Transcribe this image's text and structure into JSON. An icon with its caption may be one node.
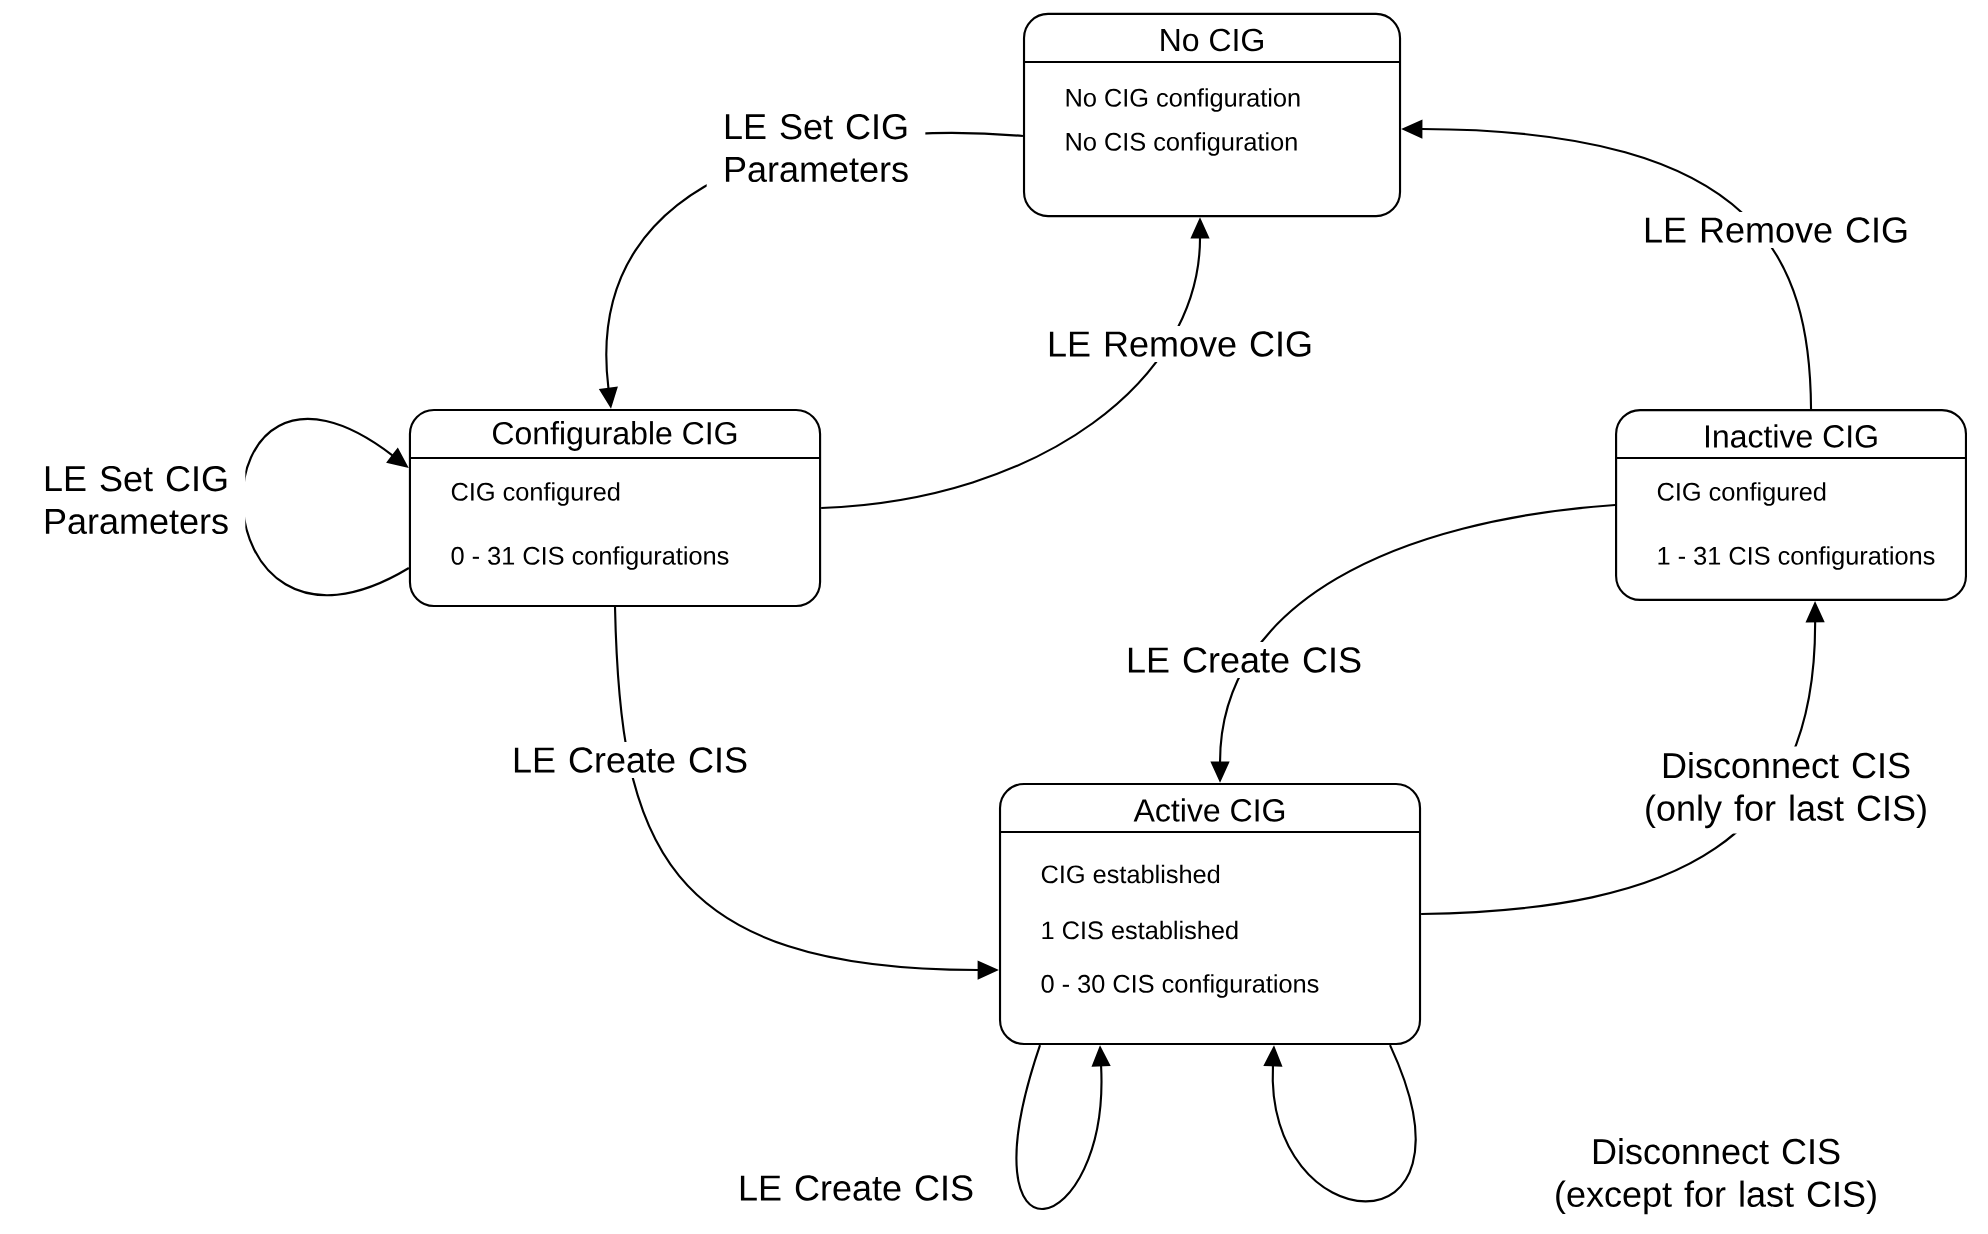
{
  "diagram": {
    "nodes": [
      {
        "text": [
          "No CIG",
          "No CIG configuration",
          "No CIS configuration"
        ]
      },
      {
        "text": [
          "Configurable CIG",
          "CIG configured",
          "0 - 31 CIS configurations"
        ]
      },
      {
        "text": [
          "Inactive CIG",
          "CIG configured",
          "1 - 31 CIS configurations"
        ]
      },
      {
        "text": [
          "Active CIG",
          "CIG established",
          "1 CIS established",
          "0 - 30 CIS configurations"
        ]
      }
    ],
    "edges": [
      {
        "from": 0,
        "to": 1,
        "arrow": "to",
        "label": "LE Set CIG Parameters"
      },
      {
        "from": 1,
        "to": 0,
        "arrow": "to",
        "label": "LE Remove CIG"
      },
      {
        "from": 1,
        "to": 1,
        "arrow": "to",
        "label": "LE Set CIG Parameters"
      },
      {
        "from": 1,
        "to": 3,
        "arrow": "to",
        "label": "LE Create CIS"
      },
      {
        "from": 2,
        "to": 3,
        "arrow": "to",
        "label": "LE Create CIS"
      },
      {
        "from": 3,
        "to": 2,
        "arrow": "to",
        "label": "Disconnect CIS (only for last CIS)"
      },
      {
        "from": 2,
        "to": 0,
        "arrow": "to",
        "label": "LE Remove CIG"
      },
      {
        "from": 3,
        "to": 3,
        "arrow": "to",
        "label": "LE Create CIS"
      },
      {
        "from": 3,
        "to": 3,
        "arrow": "to",
        "label": "Disconnect CIS (except for last CIS)"
      }
    ]
  }
}
